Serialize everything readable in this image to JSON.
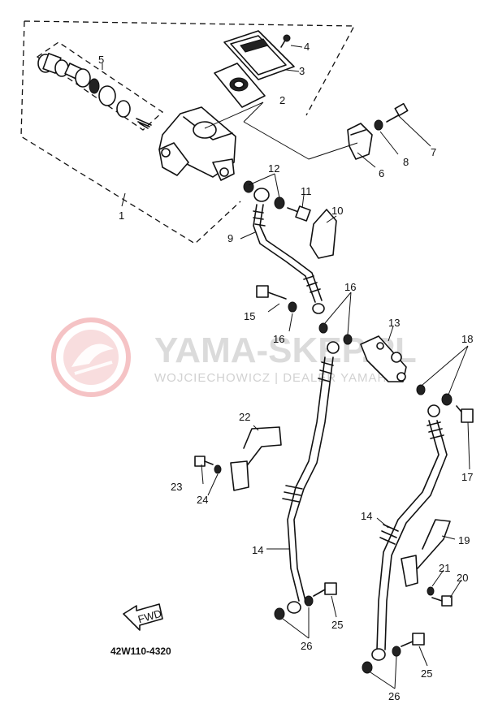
{
  "watermark": {
    "title": "YAMA-SKEP.PL",
    "subtitle": "WOJCIECHOWICZ | DEALER YAMAHA",
    "logo_color": "#e0383e"
  },
  "reference_code": "42W110-4320",
  "fwd_label": "FWD",
  "callouts": {
    "c1": "1",
    "c2": "2",
    "c3": "3",
    "c4": "4",
    "c5": "5",
    "c6": "6",
    "c7": "7",
    "c8": "8",
    "c9": "9",
    "c10": "10",
    "c11": "11",
    "c12": "12",
    "c13": "13",
    "c14a": "14",
    "c14b": "14",
    "c15": "15",
    "c16a": "16",
    "c16b": "16",
    "c17": "17",
    "c18": "18",
    "c19": "19",
    "c20": "20",
    "c21": "21",
    "c22": "22",
    "c23": "23",
    "c24": "24",
    "c25a": "25",
    "c25b": "25",
    "c26a": "26",
    "c26b": "26"
  },
  "icons": [
    "fwd-arrow-icon",
    "watermark-logo-icon"
  ]
}
